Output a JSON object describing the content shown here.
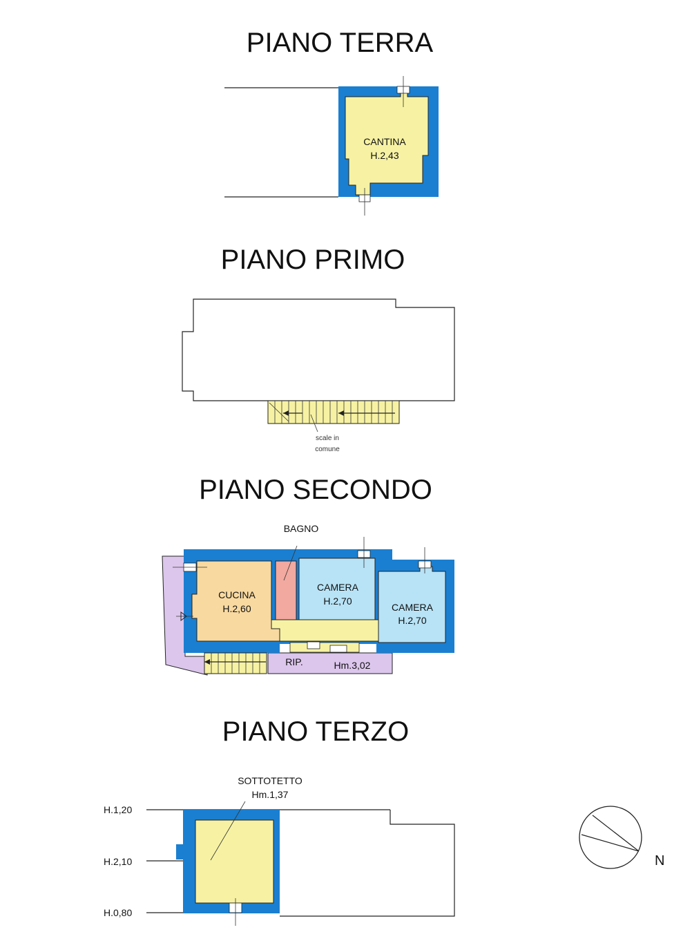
{
  "colors": {
    "wall": "#1a7fd1",
    "yellow_room": "#f7f2a3",
    "orange_room": "#f8d9a0",
    "blue_room": "#b8e3f6",
    "pink_room": "#f2a9a0",
    "lilac": "#dcc6ec",
    "outline": "#222222"
  },
  "floors": {
    "terra": {
      "title": "PIANO TERRA",
      "room": "CANTINA",
      "height": "H.2,43"
    },
    "primo": {
      "title": "PIANO PRIMO",
      "stairs_note_line1": "scale in",
      "stairs_note_line2": "comune"
    },
    "secondo": {
      "title": "PIANO SECONDO",
      "bagno": "BAGNO",
      "cucina": "CUCINA",
      "cucina_h": "H.2,60",
      "camera1": "CAMERA",
      "camera1_h": "H.2,70",
      "camera2": "CAMERA",
      "camera2_h": "H.2,70",
      "rip": "RIP.",
      "rip_h": "Hm.3,02"
    },
    "terzo": {
      "title": "PIANO TERZO",
      "room": "SOTTOTETTO",
      "room_h": "Hm.1,37",
      "h_top": "H.1,20",
      "h_mid": "H.2,10",
      "h_bot": "H.0,80"
    }
  },
  "compass": {
    "north_label": "N",
    "icon": "compass-icon"
  }
}
